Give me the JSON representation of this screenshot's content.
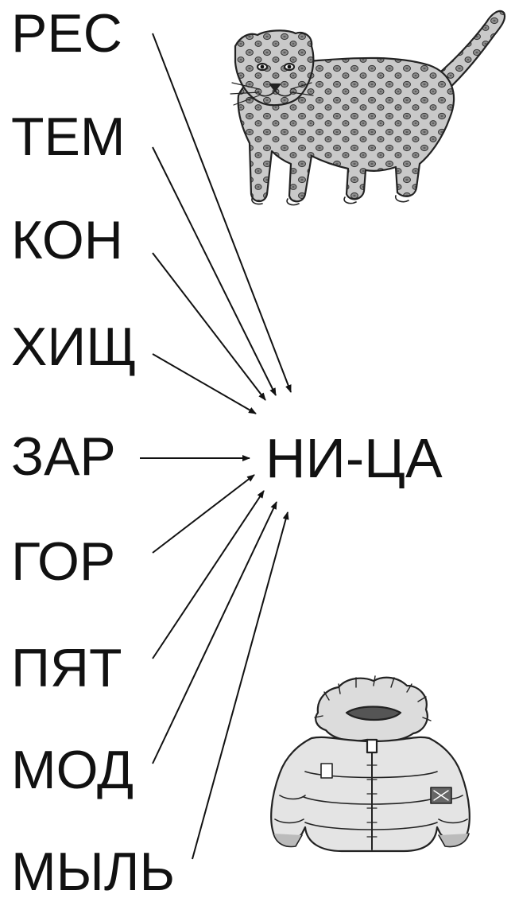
{
  "syllables": [
    "РЕС",
    "ТЕМ",
    "КОН",
    "ХИЩ",
    "ЗАР",
    "ГОР",
    "ПЯТ",
    "МОД",
    "МЫЛЬ"
  ],
  "suffix": "НИ-ЦА",
  "illustrations": [
    "leopard",
    "winter-jacket"
  ]
}
